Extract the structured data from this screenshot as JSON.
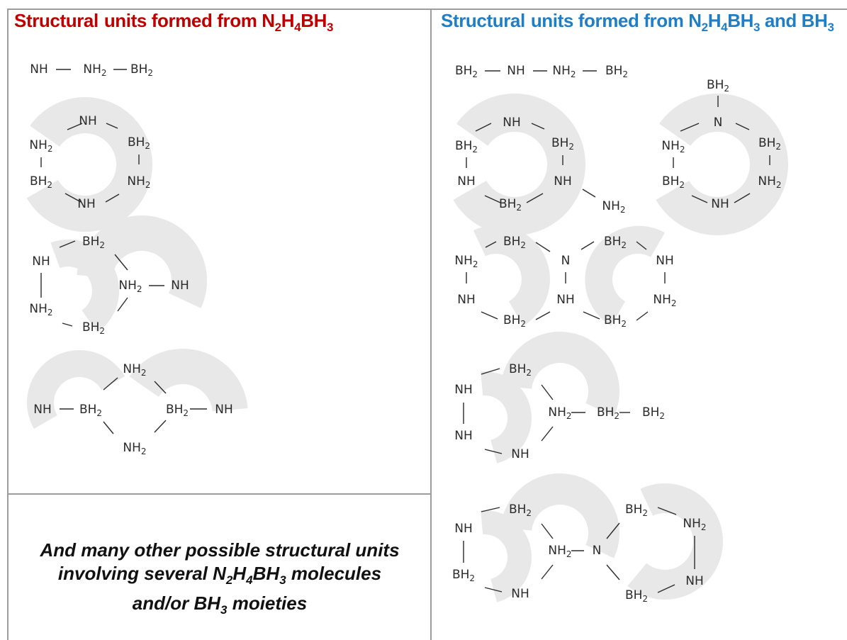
{
  "title_left": {
    "a": "Structural",
    "b": "units formed from N",
    "s1": "2",
    "c": "H",
    "s2": "4",
    "d": "BH",
    "s3": "3"
  },
  "title_right": {
    "a": "Structural",
    "b": "units formed from N",
    "s1": "2",
    "c": "H",
    "s2": "4",
    "d": "BH",
    "s3": "3",
    "e": " and BH",
    "s4": "3"
  },
  "note": {
    "l1": "And many other possible structural units",
    "l2a": "involving several N",
    "l2s1": "2",
    "l2b": "H",
    "l2s2": "4",
    "l2c": "BH",
    "l2s3": "3",
    "l2d": " molecules",
    "l3a": "and/or BH",
    "l3s": "3",
    "l3b": " moieties"
  },
  "groups": {
    "NH": "NH",
    "NH2": "NH",
    "BH2": "BH",
    "N": "N",
    "sub2": "2"
  },
  "structures": {
    "left_chain": [
      "NH",
      "NH2",
      "BH2"
    ],
    "left_ring": [
      "NH",
      "BH2",
      "NH2",
      "NH",
      "BH2",
      "NH2"
    ],
    "left_bicyclic": [
      "BH2",
      "NH",
      "NH2",
      "NH",
      "NH2",
      "BH2"
    ],
    "left_tricyclic": [
      "NH2",
      "NH",
      "BH2",
      "BH2",
      "NH",
      "NH2"
    ],
    "right_chain": [
      "BH2",
      "NH",
      "NH2",
      "BH2"
    ],
    "right_ring_pendant": [
      "NH",
      "BH2",
      "NH",
      "BH2",
      "NH",
      "BH2",
      "NH2"
    ],
    "right_ring_N": [
      "BH2",
      "N",
      "BH2",
      "NH2",
      "NH",
      "BH2",
      "NH2"
    ],
    "right_fused": [
      "BH2",
      "N",
      "NH",
      "BH2",
      "NH2",
      "NH",
      "BH2",
      "NH",
      "NH2",
      "BH2"
    ],
    "right_bicyclic_chain": [
      "BH2",
      "NH",
      "NH2",
      "BH2",
      "NH",
      "NH",
      "BH2"
    ],
    "right_tricyclic": [
      "BH2",
      "NH",
      "NH2",
      "BH2",
      "NH",
      "N",
      "BH2",
      "NH2",
      "NH",
      "BH2"
    ]
  }
}
